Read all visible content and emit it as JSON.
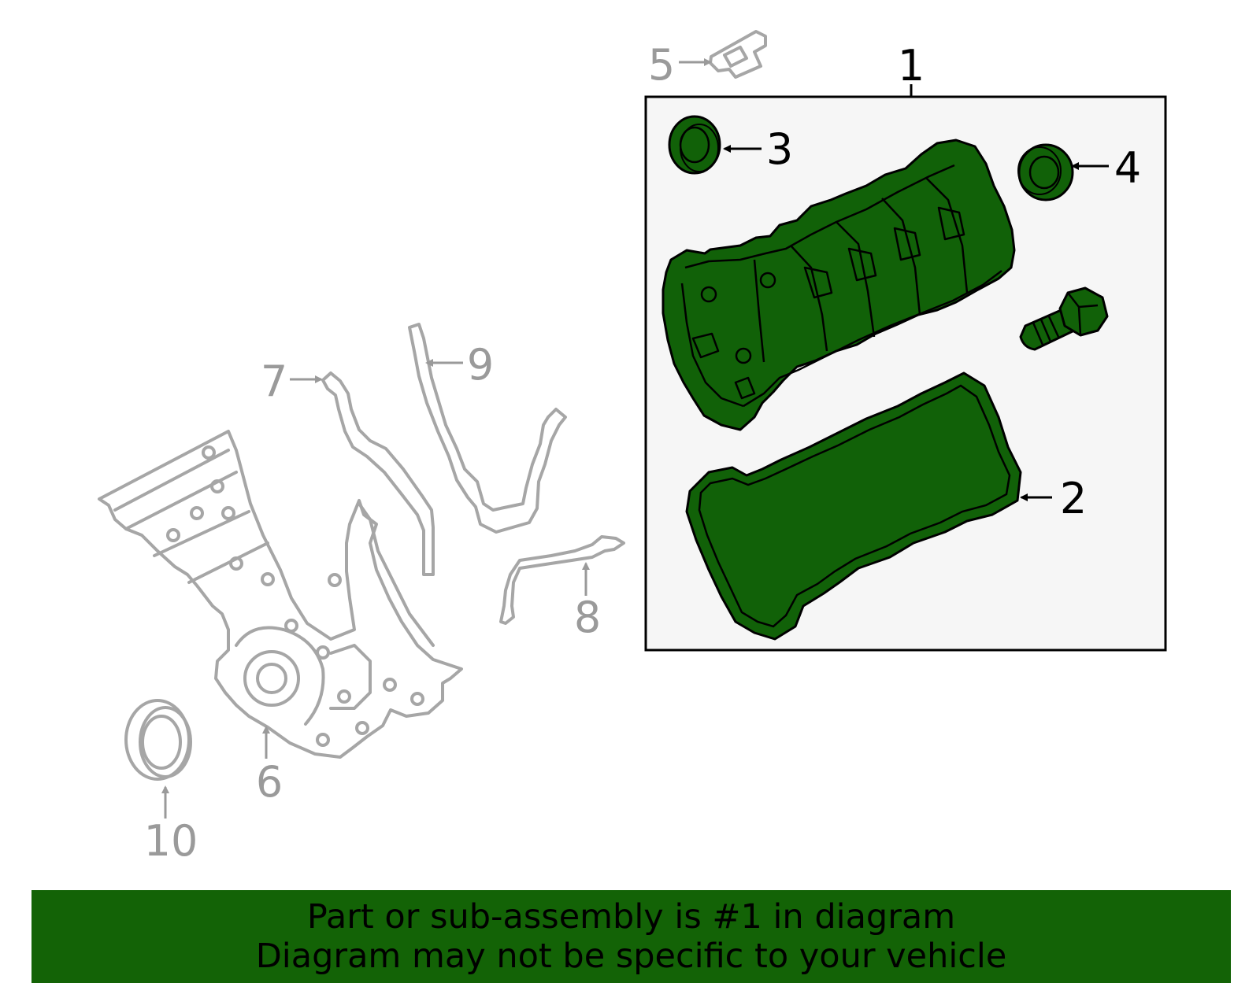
{
  "callouts": {
    "c1": "1",
    "c2": "2",
    "c3": "3",
    "c4": "4",
    "c5": "5",
    "c6": "6",
    "c7": "7",
    "c8": "8",
    "c9": "9",
    "c10": "10"
  },
  "banner": {
    "line1": "Part or sub-assembly is #1 in diagram",
    "line2": "Diagram may not be specific to your vehicle"
  },
  "colors": {
    "highlight_green": "#136306",
    "part_green": "#116108",
    "outline_gray": "#a6a6a6",
    "inset_background": "#f6f6f6"
  }
}
